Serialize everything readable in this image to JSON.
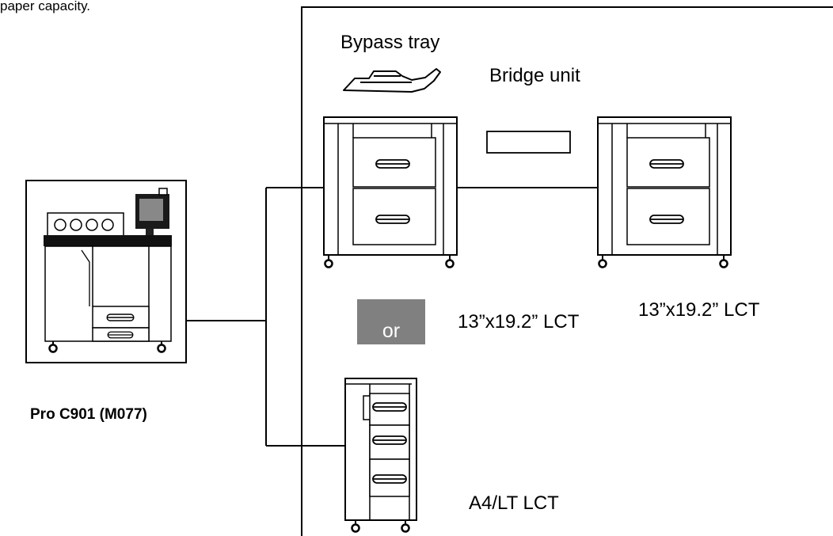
{
  "intro_text": "paper capacity.",
  "machine": {
    "label": "Pro C901 (M077)"
  },
  "options": {
    "bypass_tray": "Bypass tray",
    "bridge_unit": "Bridge unit",
    "lct_large_1": "13”x19.2” LCT",
    "lct_large_2": "13”x19.2” LCT",
    "lct_a4": "A4/LT LCT",
    "or_label": "or"
  },
  "colors": {
    "line": "#000000",
    "or_box": "#808080",
    "background": "#ffffff"
  }
}
